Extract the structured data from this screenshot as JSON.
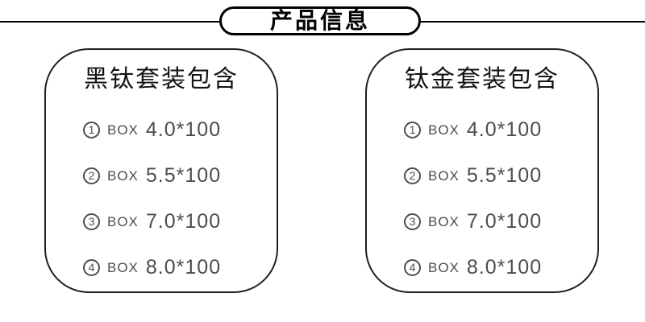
{
  "header": {
    "title": "产品信息"
  },
  "cards": [
    {
      "title": "黑钛套装包含",
      "items": [
        {
          "num": "1",
          "label": "BOX",
          "size": "4.0*100"
        },
        {
          "num": "2",
          "label": "BOX",
          "size": "5.5*100"
        },
        {
          "num": "3",
          "label": "BOX",
          "size": "7.0*100"
        },
        {
          "num": "4",
          "label": "BOX",
          "size": "8.0*100"
        }
      ]
    },
    {
      "title": "钛金套装包含",
      "items": [
        {
          "num": "1",
          "label": "BOX",
          "size": "4.0*100"
        },
        {
          "num": "2",
          "label": "BOX",
          "size": "5.5*100"
        },
        {
          "num": "3",
          "label": "BOX",
          "size": "7.0*100"
        },
        {
          "num": "4",
          "label": "BOX",
          "size": "8.0*100"
        }
      ]
    }
  ],
  "colors": {
    "background": "#ffffff",
    "border": "#000000",
    "card_border": "#1f1f1f",
    "title_text": "#141414",
    "item_text": "#4d4d4d"
  }
}
